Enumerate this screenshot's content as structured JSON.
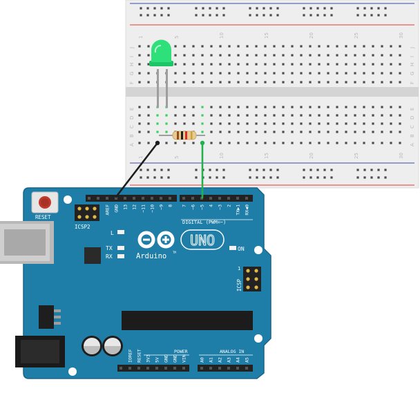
{
  "breadboard": {
    "column_numbers": [
      "1",
      "5",
      "10",
      "15",
      "20",
      "25",
      "30"
    ],
    "row_letters_top": [
      "J",
      "I",
      "H",
      "G",
      "F"
    ],
    "row_letters_bottom": [
      "E",
      "D",
      "C",
      "B",
      "A"
    ]
  },
  "arduino": {
    "reset_label": "RESET",
    "icsp2_label": "ICSP2",
    "led_l_label": "L",
    "tx_label": "TX",
    "rx_label": "RX",
    "digital_label": "DIGITAL (PWM=~)",
    "uno_label": "UNO",
    "brand_label": "Arduino",
    "brand_tm": "TM",
    "on_label": "ON",
    "icsp_label": "ICSP",
    "icsp_pin1": "1",
    "power_label": "POWER",
    "analog_label": "ANALOG IN",
    "digital_pins": [
      "AREF",
      "GND",
      "13",
      "12",
      "~11",
      "~10",
      "~9",
      "8",
      "7",
      "~6",
      "~5",
      "4",
      "~3",
      "2",
      "TX▶1",
      "RX◀0"
    ],
    "power_pins": [
      "IOREF",
      "RESET",
      "3V3",
      "5V",
      "GND",
      "GND",
      "VIN"
    ],
    "analog_pins": [
      "A0",
      "A1",
      "A2",
      "A3",
      "A4",
      "A5"
    ]
  },
  "colors": {
    "pcb": "#1f7ea8",
    "pcb_edge": "#14668c",
    "breadboard": "#eeeeee",
    "rail_red": "#e53935",
    "rail_blue": "#3949ab",
    "led": "#2ee07a",
    "wire_green": "#22b14c",
    "wire_black": "#1e1e1e",
    "header": "#222222"
  }
}
